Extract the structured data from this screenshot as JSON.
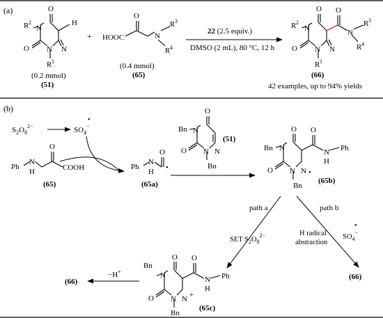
{
  "panel_a": {
    "label": "(a)",
    "plus": "+",
    "reagent_left": {
      "atoms": {
        "N_top": "N",
        "R2": "R",
        "R2_sup": "2",
        "O_top": "O",
        "H": "H",
        "O_left": "O",
        "N_bottom": "N",
        "N_right": "N",
        "R1": "R",
        "R1_sup": "1"
      },
      "amount": "(0.2 mmol)",
      "compound_id": "(51)"
    },
    "reagent_right": {
      "fragments": {
        "hooc": "HOOC",
        "N": "N",
        "R3": "R",
        "R3_sup": "3",
        "R4": "R",
        "R4_sup": "4"
      },
      "amount": "(0.4 mmol)",
      "compound_id": "(65)"
    },
    "conditions_top": {
      "compound": "22",
      "rest": " (2.5 equiv.)"
    },
    "conditions_bottom": "DMSO (2 mL), 80 °C, 12 h",
    "product": {
      "atoms": {
        "R2": "R",
        "R2_sup": "2",
        "N_top": "N",
        "O_top": "O",
        "O_amide": "O",
        "N_amide": "N",
        "R3": "R",
        "R3_sup": "3",
        "R4": "R",
        "R4_sup": "4",
        "O_left": "O",
        "N_bottom": "N",
        "N_right": "N",
        "R1": "R",
        "R1_sup": "1"
      },
      "compound_id": "(66)",
      "note": "42 examples, up to 94% yields"
    },
    "new_bond_color": "#e0281e"
  },
  "panel_b": {
    "label": "(b)",
    "persulfate": {
      "s": "S",
      "sub2": "2",
      "o": "O",
      "sub8": "8",
      "charge": "2−"
    },
    "sulfate_radical": {
      "so": "SO",
      "sub4": "4",
      "charge": "−",
      "dot": "•"
    },
    "acid_65": {
      "ph": "Ph",
      "n": "N",
      "h": "H",
      "o": "O",
      "cooh": "COOH",
      "id": "(65)"
    },
    "radical_65a": {
      "ph": "Ph",
      "n": "N",
      "h": "H",
      "o": "O",
      "dot": "•",
      "id": "(65a)"
    },
    "triazine_51": {
      "bn_top": "Bn",
      "n_top": "N",
      "o_top": "O",
      "o_left": "O",
      "n_bottom": "N",
      "n_right": "N",
      "bn_bottom": "Bn",
      "id": "(51)"
    },
    "radical_65b": {
      "bn_top": "Bn",
      "n_top": "N",
      "o_top": "O",
      "o_amide": "O",
      "n_amide": "N",
      "h_amide": "H",
      "ph": "Ph",
      "o_left": "O",
      "n_bottom": "N",
      "n_right": "N",
      "dot": "•",
      "bn_bottom": "Bn",
      "id": "(65b)"
    },
    "path_a": {
      "label": "path a",
      "reagent_prefix": "SET ",
      "s": "S",
      "sub2": "2",
      "o": "O",
      "sub8": "8",
      "charge": "2−"
    },
    "path_b": {
      "label": "path b",
      "line1": "H radical",
      "line2": "abstraction",
      "so": "SO",
      "sub4": "4",
      "charge": "−",
      "dot": "•"
    },
    "product_66_right": "(66)",
    "cation_65c": {
      "bn_top": "Bn",
      "n_top": "N",
      "o_top": "O",
      "o_amide": "O",
      "n_amide": "N",
      "h_amide": "H",
      "ph": "Ph",
      "o_left": "O",
      "n_bottom": "N",
      "n_right": "N",
      "plus": "+",
      "bn_bottom": "Bn",
      "id": "(65c)"
    },
    "deprotonation": {
      "minus_h": "−H",
      "plus": "+"
    },
    "product_66_left": "(66)"
  }
}
